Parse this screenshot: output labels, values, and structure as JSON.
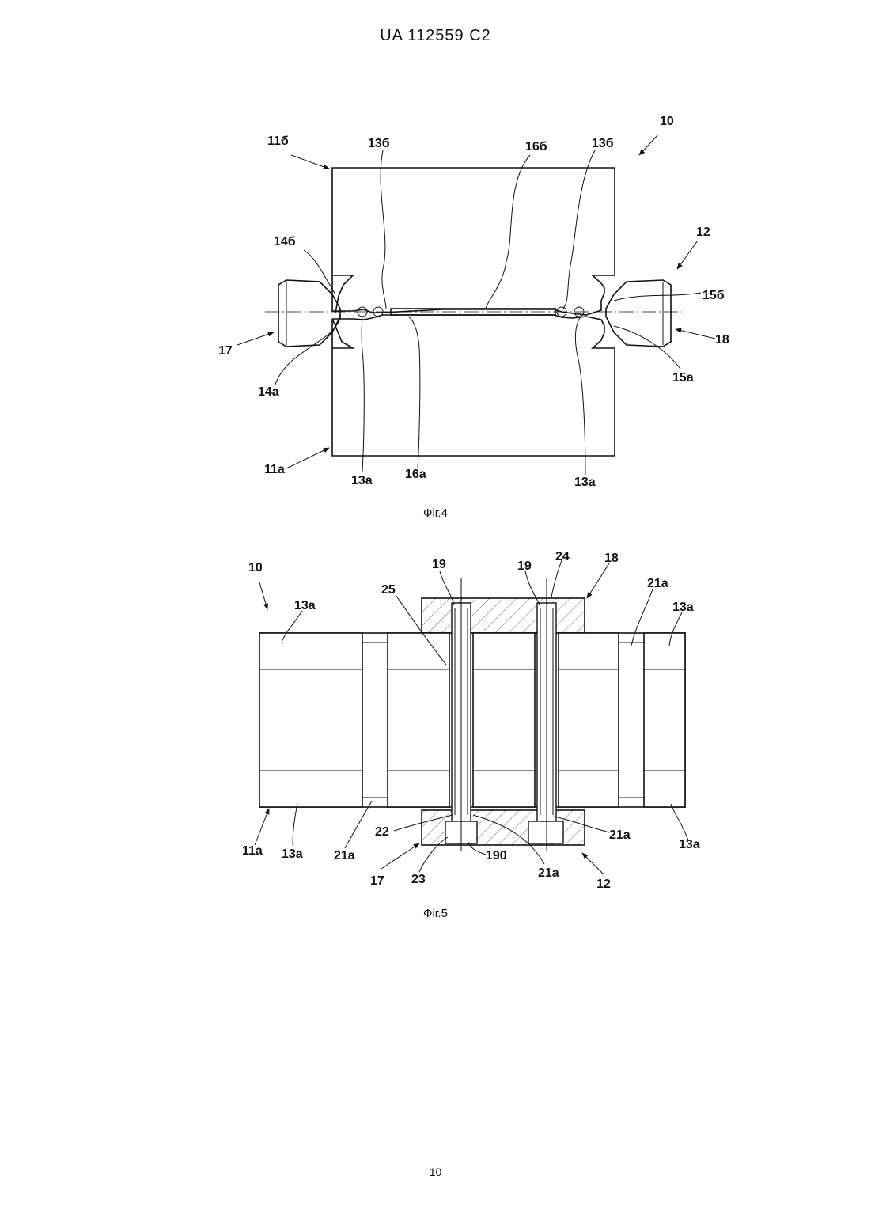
{
  "header": "UA   112559   C2",
  "page_number": "10",
  "fig4": {
    "caption": "Фіг.4",
    "labels": {
      "l10": "10",
      "l11b": "11б",
      "l13b_1": "13б",
      "l16b": "16б",
      "l13b_2": "13б",
      "l14b": "14б",
      "l12": "12",
      "l15b": "15б",
      "l17": "17",
      "l18": "18",
      "l14a": "14а",
      "l15a": "15а",
      "l11a": "11а",
      "l13a_1": "13а",
      "l16a": "16а",
      "l13a_2": "13а"
    }
  },
  "fig5": {
    "caption": "Фіг.5",
    "labels": {
      "l10": "10",
      "l13a_tl": "13а",
      "l25": "25",
      "l19_1": "19",
      "l19_2": "19",
      "l24": "24",
      "l18": "18",
      "l21a_tr": "21а",
      "l13a_tr": "13а",
      "l22": "22",
      "l21a_br": "21а",
      "l13a_br": "13а",
      "l11a": "11а",
      "l13a_bl": "13а",
      "l21a_bl": "21а",
      "l17": "17",
      "l23": "23",
      "l190": "190",
      "l21a_bm": "21а",
      "l12": "12"
    }
  }
}
